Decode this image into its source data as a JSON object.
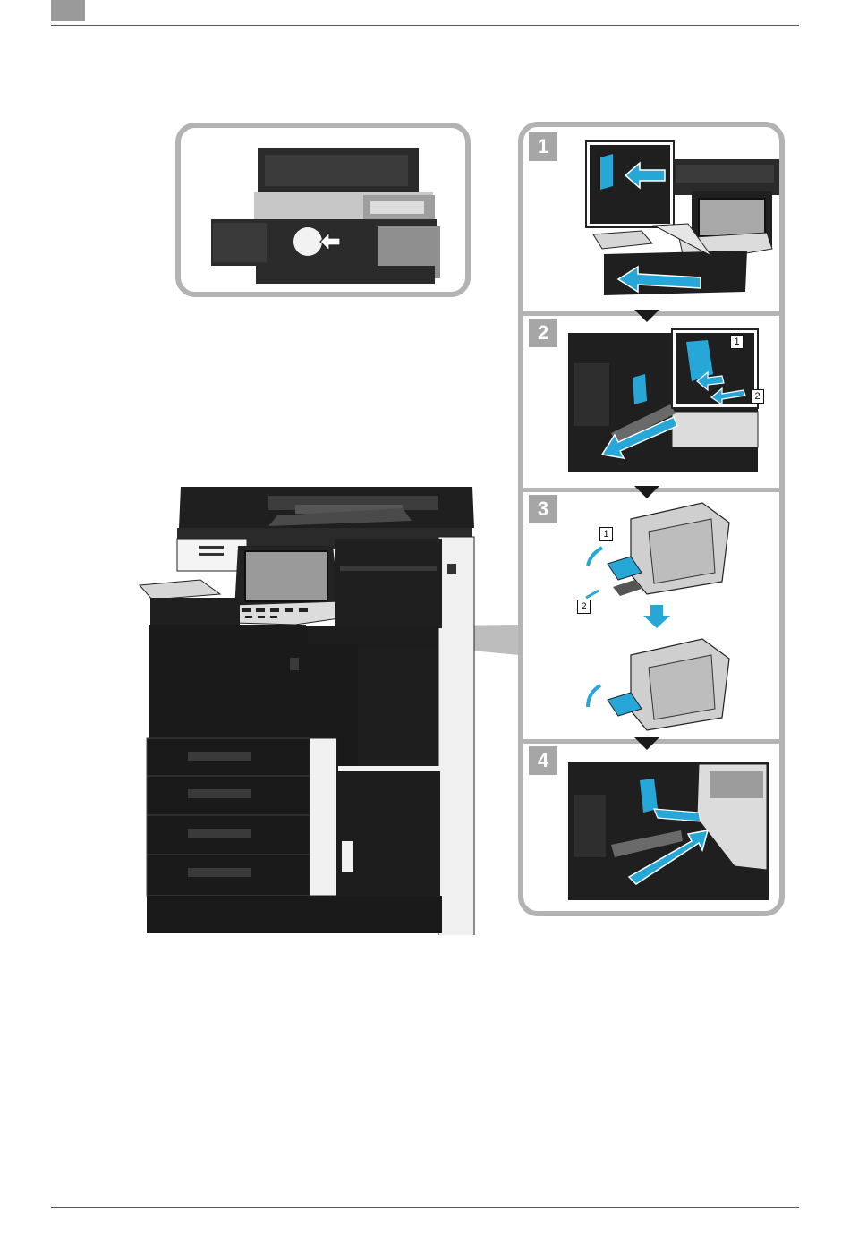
{
  "steps": [
    {
      "number": "1"
    },
    {
      "number": "2",
      "callouts": [
        "1",
        "2"
      ]
    },
    {
      "number": "3",
      "callouts": [
        "1",
        "2"
      ]
    },
    {
      "number": "4"
    }
  ],
  "icons": {
    "direction_arrow": "blue-arrow-icon",
    "step_separator": "triangle-down-icon",
    "inset_pointer": "hand-arrow-icon"
  },
  "colors": {
    "accent_blue": "#27a7d8",
    "frame_gray": "#b3b3b3",
    "badge_gray": "#a6a6a6",
    "machine_black": "#1a1a1a"
  }
}
